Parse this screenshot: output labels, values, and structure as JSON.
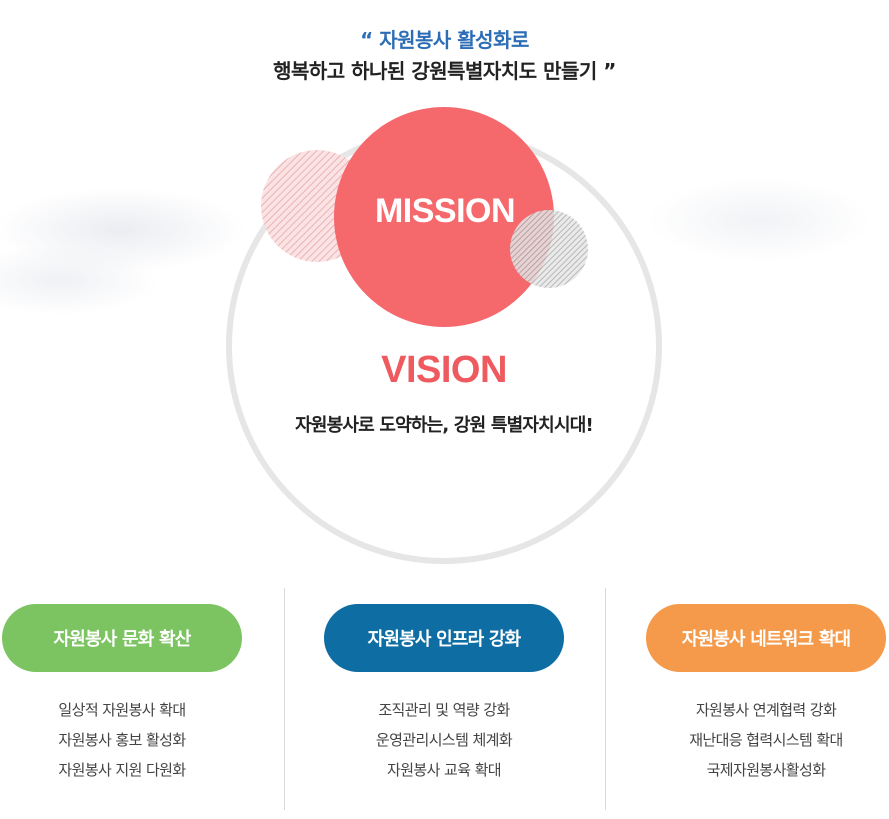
{
  "slogan": {
    "line1": "“ 자원봉사 활성화로",
    "line2": "행복하고 하나된 강원특별자치도 만들기 ”"
  },
  "mission": {
    "label": "MISSION"
  },
  "vision": {
    "label": "VISION",
    "statement": "자원봉사로 도약하는, 강원 특별자치시대!"
  },
  "colors": {
    "mission_red": "#f5696d",
    "vision_red": "#ee5a5f",
    "slogan_blue": "#2d6db5",
    "green": "#7cc362",
    "blue": "#0e6ea3",
    "orange": "#f49a4a"
  },
  "strategies": [
    {
      "title": "자원봉사 문화 확산",
      "items": [
        "일상적 자원봉사 확대",
        "자원봉사 홍보 활성화",
        "자원봉사 지원 다원화"
      ]
    },
    {
      "title": "자원봉사 인프라 강화",
      "items": [
        "조직관리 및 역량 강화",
        "운영관리시스템 체계화",
        "자원봉사 교육 확대"
      ]
    },
    {
      "title": "자원봉사 네트워크 확대",
      "items": [
        "자원봉사 연계협력 강화",
        "재난대응 협력시스템 확대",
        "국제자원봉사활성화"
      ]
    }
  ]
}
